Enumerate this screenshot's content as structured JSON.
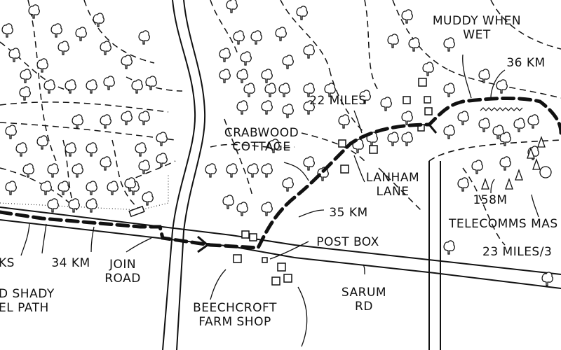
{
  "colors": {
    "ink": "#111111",
    "paper": "#ffffff"
  },
  "route_markers": [
    "arrow-icon",
    "arrow-icon"
  ],
  "labels": {
    "muddy_when_wet": [
      "MUDDY WHEN",
      "WET"
    ],
    "km36": "36 KM",
    "miles22": "22 MILES",
    "crabwood_cottage": [
      "CRABWOOD",
      "COTTAGE"
    ],
    "lanham_lane": [
      "LANHAM",
      "LANE"
    ],
    "km35": "35 KM",
    "km158": "158M",
    "telecomms_mast": "TELECOMMS MAS",
    "post_box": "POST BOX",
    "miles23": "23 MILES/3",
    "km34": "34 KM",
    "join_road": [
      "JOIN",
      "ROAD"
    ],
    "ks": "KS",
    "shady_path": [
      "D SHADY",
      "EL PATH"
    ],
    "beechcroft": [
      "BEECHCROFT",
      "FARM SHOP"
    ],
    "sarum_rd": [
      "SARUM",
      "RD"
    ]
  }
}
